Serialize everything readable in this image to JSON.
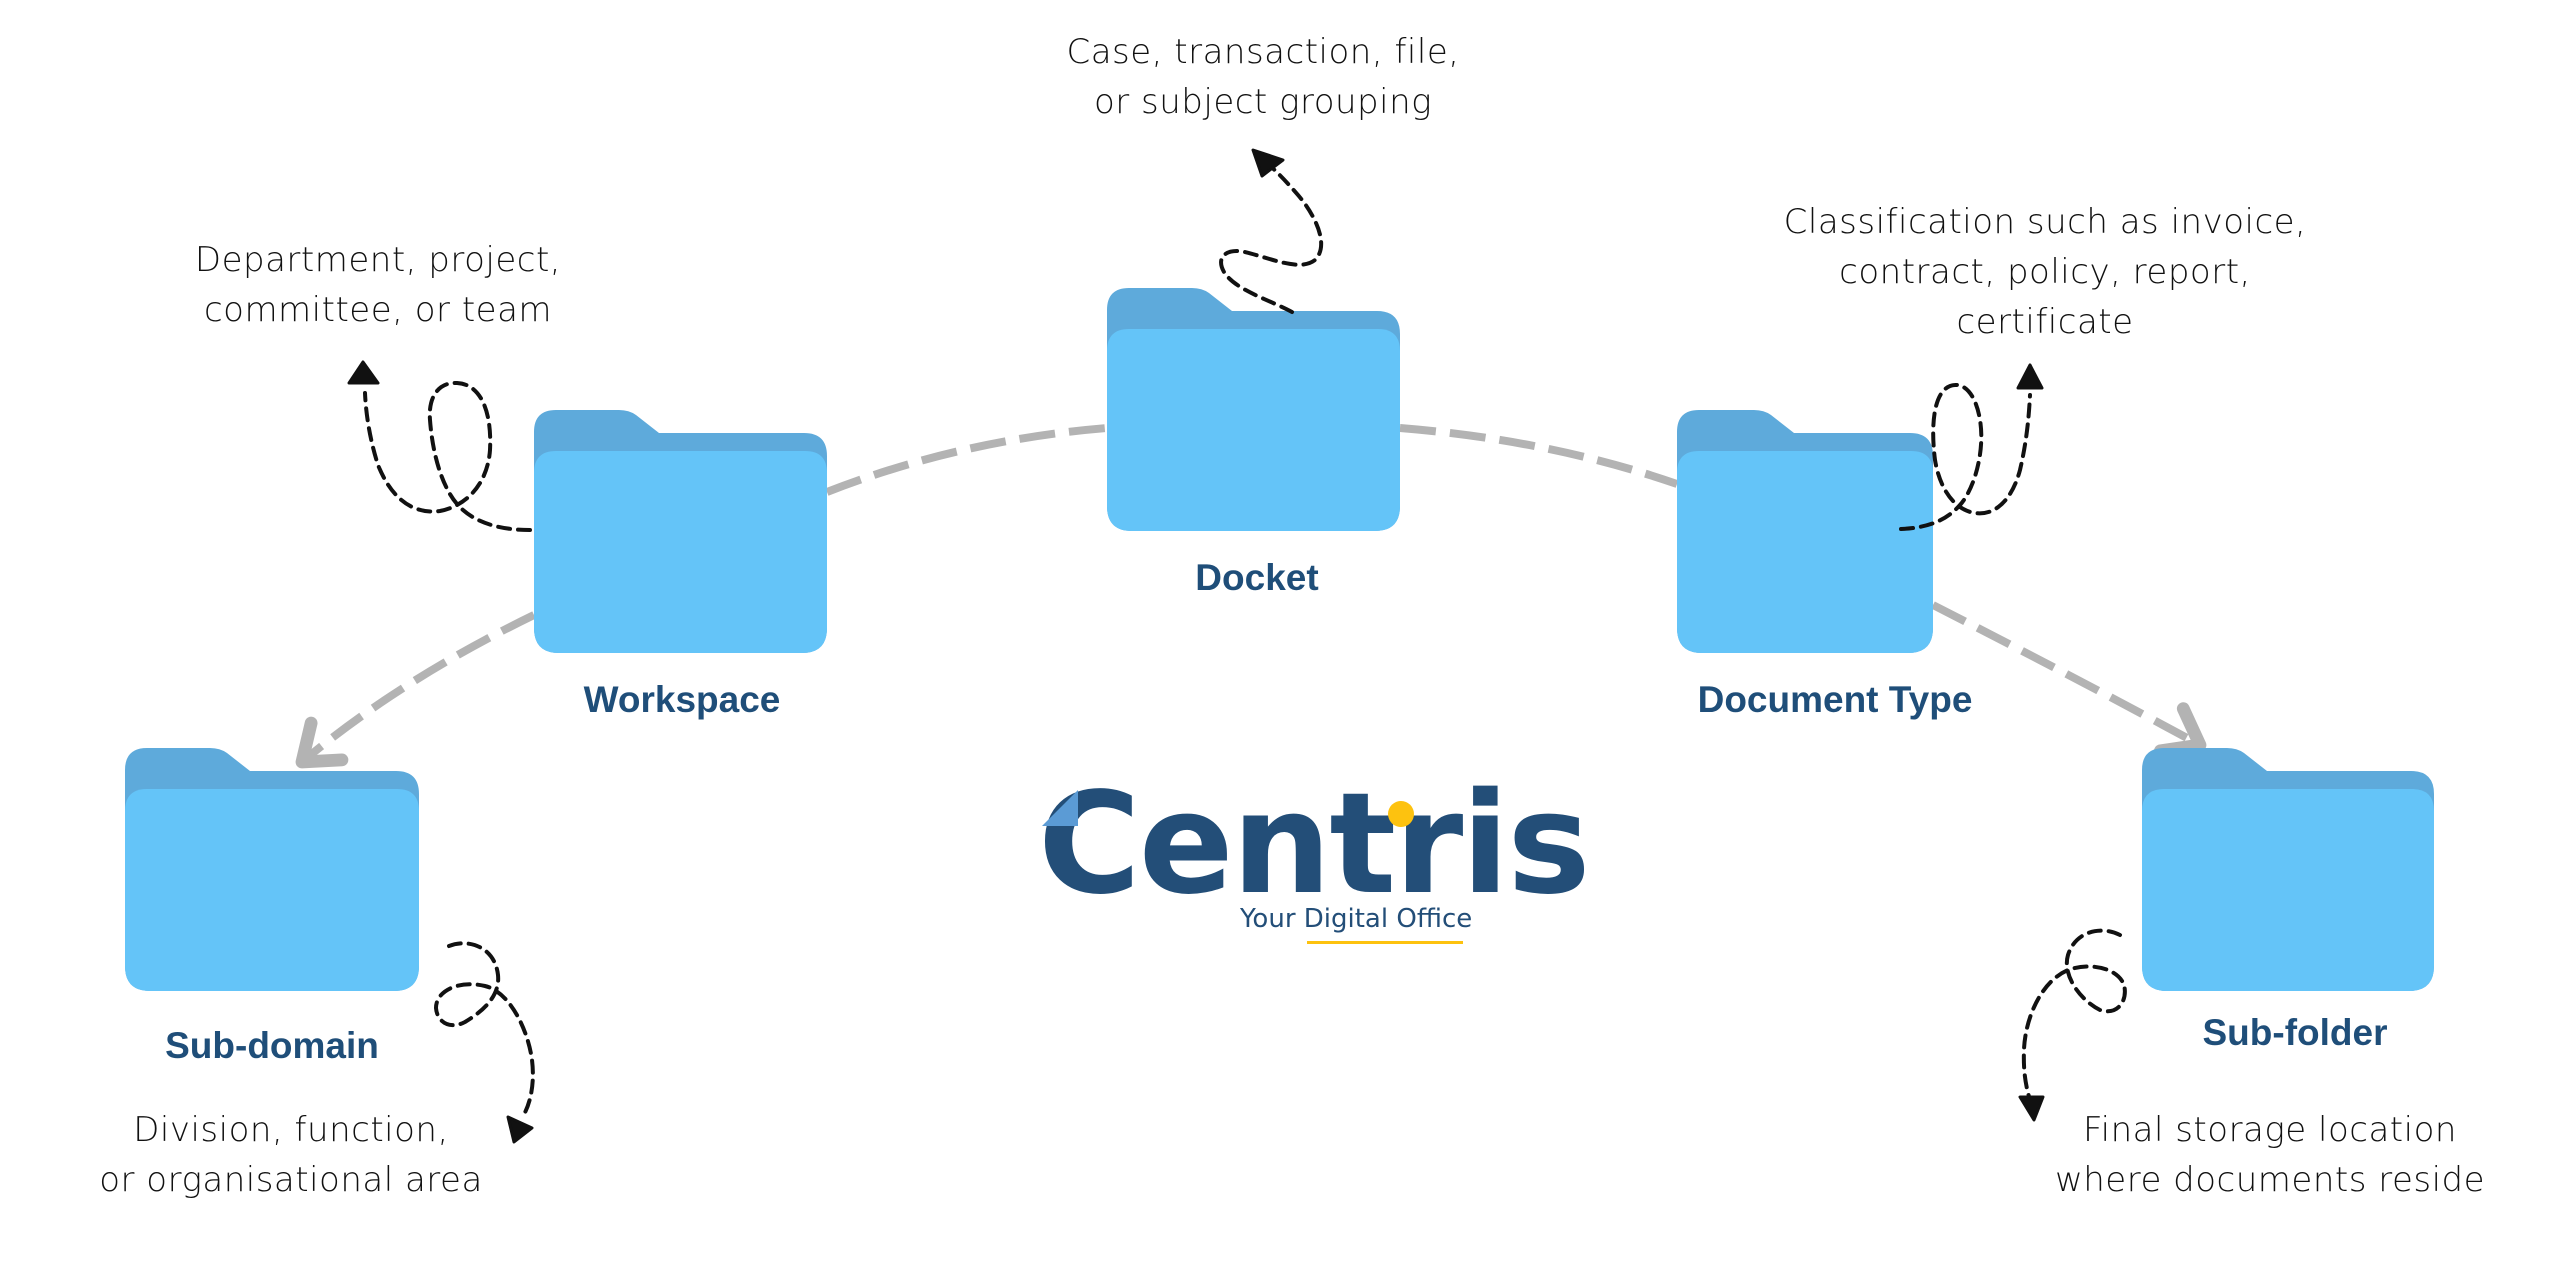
{
  "diagram": {
    "colors": {
      "folder_back": "#5eaadb",
      "folder_front": "#64c4f8",
      "label": "#1f4e79",
      "connector": "#b3b3b3",
      "annotation_line": "#111111",
      "logo_primary": "#234e78",
      "logo_accent": "#fdc20f",
      "logo_corner": "#5b9bd5"
    },
    "folders": [
      {
        "id": "workspace",
        "label": "Workspace",
        "description": [
          "Department, project,",
          "committee, or team"
        ]
      },
      {
        "id": "docket",
        "label": "Docket",
        "description": [
          "Case, transaction, file,",
          "or subject grouping"
        ]
      },
      {
        "id": "document-type",
        "label": "Document Type",
        "description": [
          "Classification such as invoice,",
          "contract, policy, report,",
          "certificate"
        ]
      },
      {
        "id": "sub-domain",
        "label": "Sub-domain",
        "description": [
          "Division, function,",
          "or organisational area"
        ]
      },
      {
        "id": "sub-folder",
        "label": "Sub-folder",
        "description": [
          "Final storage location",
          "where documents reside"
        ]
      }
    ],
    "connections": [
      {
        "from": "workspace",
        "to": "sub-domain",
        "arrow": true
      },
      {
        "from": "workspace",
        "to": "docket",
        "arrow": false
      },
      {
        "from": "docket",
        "to": "document-type",
        "arrow": false
      },
      {
        "from": "document-type",
        "to": "sub-folder",
        "arrow": true
      }
    ]
  },
  "logo": {
    "name": "Centris",
    "tagline": "Your Digital Office"
  }
}
